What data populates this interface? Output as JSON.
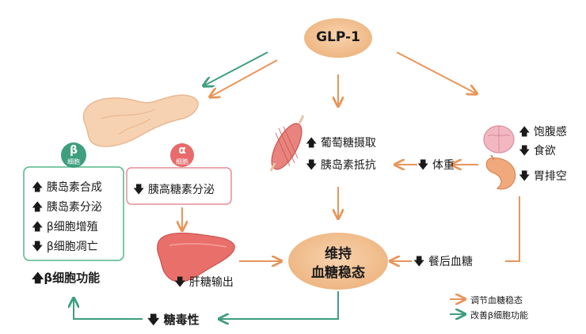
{
  "colors": {
    "orange": "#E8955A",
    "green": "#3E9E7E",
    "green_light": "#52B788",
    "red_badge": "#E86A6A",
    "pink_border": "#E58B96",
    "oval_fill": "#F4C495",
    "text": "#1a1a1a"
  },
  "nodes": {
    "glp1": "GLP-1",
    "homeostasis_line1": "维持",
    "homeostasis_line2": "血糖稳态"
  },
  "beta_cell": {
    "symbol": "β",
    "sub": "细胞",
    "effects": [
      {
        "arrow": "up",
        "text": "胰岛素合成"
      },
      {
        "arrow": "up",
        "text": "胰岛素分泌"
      },
      {
        "arrow": "up",
        "text": "β细胞增殖"
      },
      {
        "arrow": "down",
        "text": "β细胞凋亡"
      }
    ],
    "summary": "β细胞功能"
  },
  "alpha_cell": {
    "symbol": "α",
    "sub": "细胞",
    "effect": "胰高糖素分泌"
  },
  "liver_effect": "肝糖输出",
  "muscle_effects": [
    "葡萄糖摄取",
    "胰岛素抵抗"
  ],
  "weight": "体重",
  "brain_effects": [
    "饱腹感",
    "食欲"
  ],
  "stomach_effect": "胃排空",
  "postprandial": "餐后血糖",
  "glucotoxicity": "糖毒性",
  "legend": [
    {
      "color": "orange",
      "text": "调节血糖稳态"
    },
    {
      "color": "green",
      "text": "改善β细胞功能"
    }
  ]
}
